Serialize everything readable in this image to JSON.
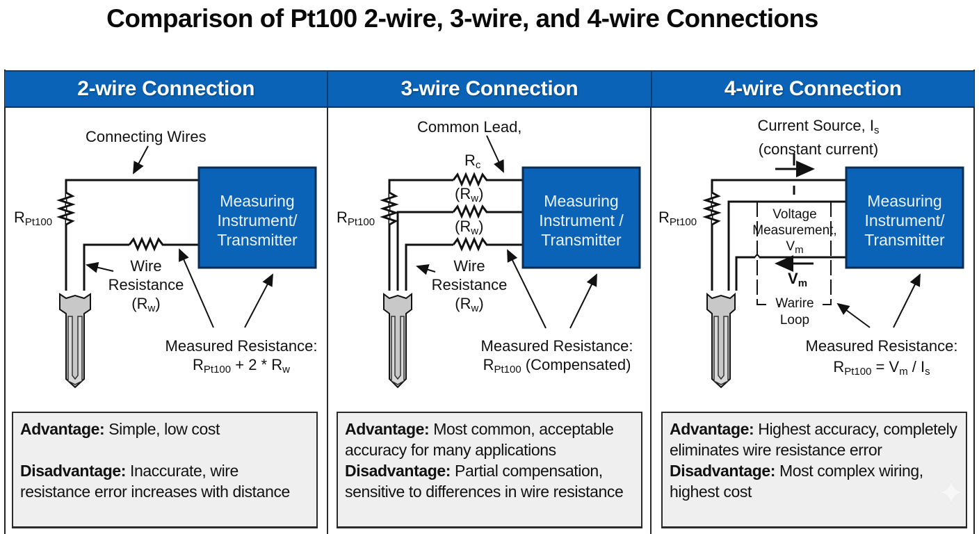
{
  "title": "Comparison of Pt100 2-wire, 3-wire, and 4-wire Connections",
  "colors": {
    "header_blue": "#0a63b6",
    "instrument_box_blue": "#0a63b6",
    "probe_gray": "#c8c8c8",
    "proscons_bg": "#efefef"
  },
  "columns": [
    {
      "header": "2-wire Connection",
      "instrument_box": [
        "Measuring",
        "Instrument/",
        "Transmitter"
      ],
      "labels": {
        "connecting_wires": "Connecting Wires",
        "rpt_main": "R",
        "rpt_sub": "Pt100",
        "wire_res_line1": "Wire",
        "wire_res_line2": "Resistance",
        "wire_res_line3_main": "(R",
        "wire_res_line3_sub": "w",
        "wire_res_line3_end": ")",
        "measured_title": "Measured Resistance:",
        "measured_formula_main": "R",
        "measured_formula_sub": "Pt100",
        "measured_formula_rest": " + 2 * R",
        "measured_formula_sub2": "w"
      },
      "advantage_label": "Advantage:",
      "advantage": " Simple, low cost",
      "disadvantage_label": "Disadvantage:",
      "disadvantage": " Inaccurate, wire resistance error increases with distance"
    },
    {
      "header": "3-wire Connection",
      "instrument_box": [
        "Measuring",
        "Instrument /",
        "Transmitter"
      ],
      "labels": {
        "common_lead": "Common Lead,",
        "rc_main": "R",
        "rc_sub": "c",
        "rw_a_main": "(R",
        "rw_a_sub": "w",
        "rw_a_end": ")",
        "rw_b_main": "(R",
        "rw_b_sub": "w",
        "rw_b_end": ")",
        "rpt_main": "R",
        "rpt_sub": "Pt100",
        "wire_res_line1": "Wire",
        "wire_res_line2": "Resistance",
        "wire_res_line3_main": "(R",
        "wire_res_line3_sub": "w",
        "wire_res_line3_end": ")",
        "measured_title": "Measured Resistance:",
        "measured_formula_main": "R",
        "measured_formula_sub": "Pt100",
        "measured_formula_rest": " (Compensated)"
      },
      "advantage_label": "Advantage:",
      "advantage": " Most common, acceptable accuracy for many applications",
      "disadvantage_label": "Disadvantage:",
      "disadvantage": " Partial compensation, sensitive to differences in wire resistance"
    },
    {
      "header": "4-wire Connection",
      "instrument_box": [
        "Measuring",
        "Instrument/",
        "Transmitter"
      ],
      "labels": {
        "current_source_main": "Current Source, I",
        "current_source_sub": "s",
        "current_source_line2": "(constant current)",
        "current_symbol": "I",
        "rpt_main": "R",
        "rpt_sub": "Pt100",
        "voltage_line1": "Voltage",
        "voltage_line2": "Measurement,",
        "voltage_line3_main": "V",
        "voltage_line3_sub": "m",
        "vm_arrow_main": "V",
        "vm_arrow_sub": "m",
        "loop_line1": "Warire",
        "loop_line2": "Loop",
        "measured_title": "Measured Resistance:",
        "measured_formula_main": "R",
        "measured_formula_sub": "Pt100",
        "measured_formula_mid": " = V",
        "measured_formula_sub2": "m",
        "measured_formula_mid2": " / I",
        "measured_formula_sub3": "s"
      },
      "advantage_label": "Advantage:",
      "advantage": " Highest accuracy, completely eliminates wire resistance error",
      "disadvantage_label": "Disadvantage:",
      "disadvantage": " Most complex wiring, highest cost"
    }
  ]
}
